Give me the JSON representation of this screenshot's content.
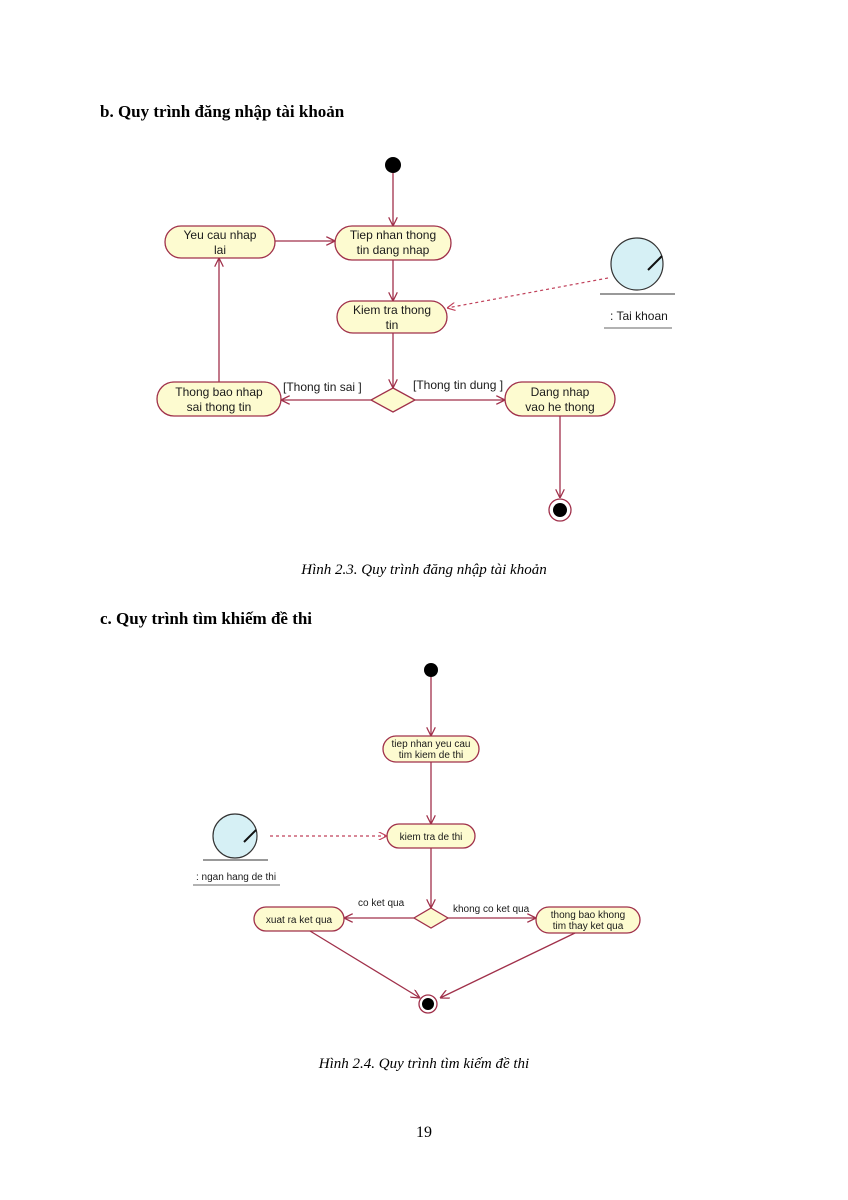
{
  "section_b": {
    "heading": "b.   Quy trình đăng nhập tài khoản",
    "nodes": {
      "request_again": [
        "Yeu cau nhap",
        "lai"
      ],
      "receive_info": [
        "Tiep nhan thong",
        "tin dang nhap"
      ],
      "check_info": [
        "Kiem tra thong",
        "tin"
      ],
      "notify_wrong": [
        "Thong bao nhap",
        "sai thong tin"
      ],
      "login_system": [
        "Dang nhap",
        "vao he thong"
      ]
    },
    "guards": {
      "wrong": "[Thong tin sai ]",
      "right": "[Thong tin dung ]"
    },
    "entity": ": Tai khoan",
    "caption": "Hình 2.3. Quy trình đăng nhập tài khoản"
  },
  "section_c": {
    "heading": "c.   Quy trình tìm khiếm đề thi",
    "nodes": {
      "receive_request": [
        "tiep nhan yeu cau",
        "tim kiem de thi"
      ],
      "check_exam": [
        "kiem tra de thi"
      ],
      "export_result": [
        "xuat ra ket qua"
      ],
      "notify_not_found": [
        "thong bao khong",
        "tim thay ket qua"
      ]
    },
    "guards": {
      "found": "co ket qua",
      "not_found": "khong co ket qua"
    },
    "entity": ": ngan hang de thi",
    "caption": "Hình 2.4. Quy trình tìm kiếm đề thi"
  },
  "page_number": "19",
  "colors": {
    "border": "#a0304a",
    "fill": "#fdfbd0",
    "entity_fill": "#d6f0f5"
  }
}
